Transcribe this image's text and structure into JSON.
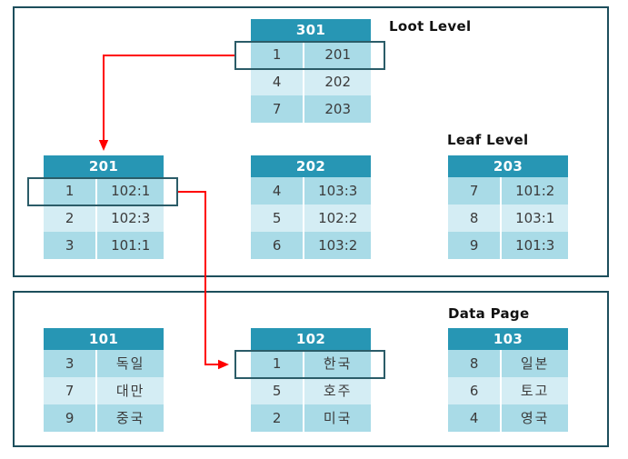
{
  "diagram": {
    "title_labels": {
      "root_level": "Loot Level",
      "leaf_level": "Leaf Level",
      "data_page": "Data Page"
    },
    "colors": {
      "header": "#2796b4",
      "row_dark": "#a9dbe7",
      "row_light": "#d4edf4",
      "panel_border": "#1d4e5c",
      "highlight_border": "#2b5c68",
      "arrow": "#ff0000",
      "text": "#3b3b3b"
    },
    "nodes": [
      {
        "id": "301",
        "header": "301",
        "rows": [
          {
            "key": "1",
            "value": "201"
          },
          {
            "key": "4",
            "value": "202"
          },
          {
            "key": "7",
            "value": "203"
          }
        ]
      },
      {
        "id": "201",
        "header": "201",
        "rows": [
          {
            "key": "1",
            "value": "102:1"
          },
          {
            "key": "2",
            "value": "102:3"
          },
          {
            "key": "3",
            "value": "101:1"
          }
        ]
      },
      {
        "id": "202",
        "header": "202",
        "rows": [
          {
            "key": "4",
            "value": "103:3"
          },
          {
            "key": "5",
            "value": "102:2"
          },
          {
            "key": "6",
            "value": "103:2"
          }
        ]
      },
      {
        "id": "203",
        "header": "203",
        "rows": [
          {
            "key": "7",
            "value": "101:2"
          },
          {
            "key": "8",
            "value": "103:1"
          },
          {
            "key": "9",
            "value": "101:3"
          }
        ]
      },
      {
        "id": "101",
        "header": "101",
        "rows": [
          {
            "key": "3",
            "value": "독일"
          },
          {
            "key": "7",
            "value": "대만"
          },
          {
            "key": "9",
            "value": "중국"
          }
        ]
      },
      {
        "id": "102",
        "header": "102",
        "rows": [
          {
            "key": "1",
            "value": "한국"
          },
          {
            "key": "5",
            "value": "호주"
          },
          {
            "key": "2",
            "value": "미국"
          }
        ]
      },
      {
        "id": "103",
        "header": "103",
        "rows": [
          {
            "key": "8",
            "value": "일본"
          },
          {
            "key": "6",
            "value": "토고"
          },
          {
            "key": "4",
            "value": "영국"
          }
        ]
      }
    ]
  }
}
